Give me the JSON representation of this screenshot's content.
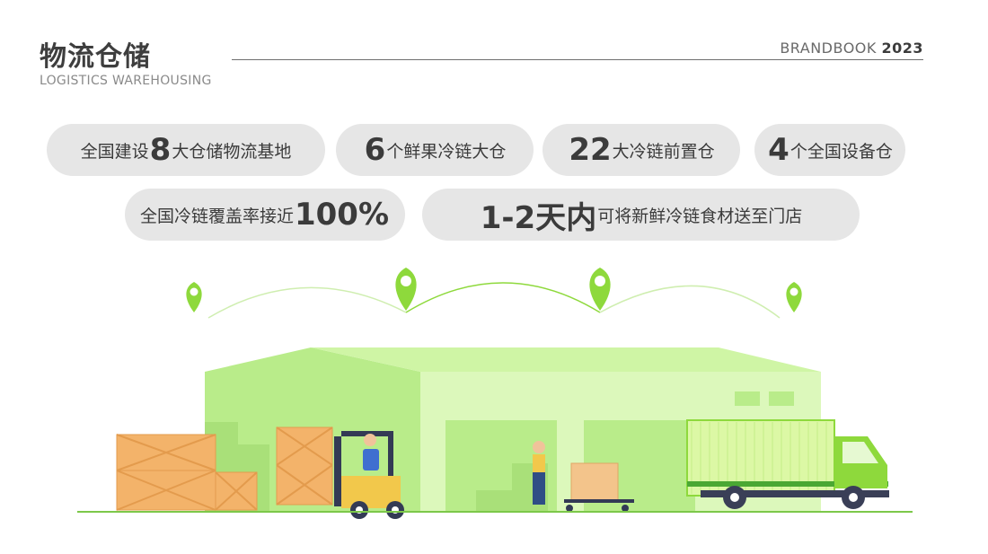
{
  "header": {
    "title": "物流仓储",
    "subtitle": "LOGISTICS WAREHOUSING",
    "brand_text": "BRANDBOOK",
    "brand_year": "2023"
  },
  "pills": [
    {
      "pre": "全国建设",
      "num": "8",
      "post": "大仓储物流基地"
    },
    {
      "pre": "",
      "num": "6",
      "post": "个鲜果冷链大仓"
    },
    {
      "pre": "",
      "num": "22",
      "post": "大冷链前置仓"
    },
    {
      "pre": "",
      "num": "4",
      "post": "个全国设备仓"
    },
    {
      "pre": "全国冷链覆盖率接近",
      "num": "100%",
      "post": ""
    },
    {
      "pre": "",
      "num": "1-2天内",
      "post": "可将新鲜冷链食材送至门店"
    }
  ],
  "colors": {
    "accent_green": "#8ed93c",
    "warehouse_light": "#dcf8bb",
    "warehouse_mid": "#b9ec8a",
    "pill_bg": "#e6e6e6",
    "box_orange": "#f3b36a"
  },
  "icons": {
    "pin": "location-pin-icon",
    "forklift": "forklift-icon",
    "truck": "truck-icon",
    "worker": "worker-icon",
    "warehouse": "warehouse-icon"
  }
}
